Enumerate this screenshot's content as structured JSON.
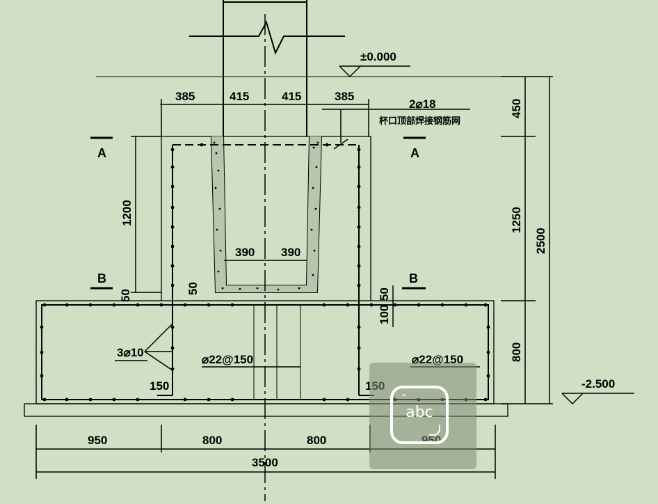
{
  "elevations": {
    "top": "±0.000",
    "bottom": "-2.500"
  },
  "dims": {
    "top_385_left": "385",
    "top_415_left": "415",
    "top_415_right": "415",
    "top_385_right": "385",
    "inner_390_left": "390",
    "inner_390_right": "390",
    "left_1200": "1200",
    "left_50": "50",
    "mid_50": "50",
    "right_450": "450",
    "right_1250": "1250",
    "right_800": "800",
    "right_2500": "2500",
    "right_inner_50": "50",
    "right_inner_100": "100",
    "bottom_950_left": "950",
    "bottom_800_left": "800",
    "bottom_800_right": "800",
    "bottom_950_right": "950",
    "bottom_total": "3500",
    "cover_150_left": "150",
    "cover_150_right": "150"
  },
  "section_marks": {
    "a_left": "A",
    "a_right": "A",
    "b_left": "B",
    "b_right": "B"
  },
  "annotations": {
    "rebar_top": "2⌀18",
    "cup_note": "杯口顶部焊接钢筋网",
    "rebar_side": "3⌀10",
    "rebar_grid_left": "⌀22@150",
    "rebar_grid_right": "⌀22@150"
  },
  "overlay": {
    "icon": "text-recognition-icon",
    "label": "abc"
  }
}
